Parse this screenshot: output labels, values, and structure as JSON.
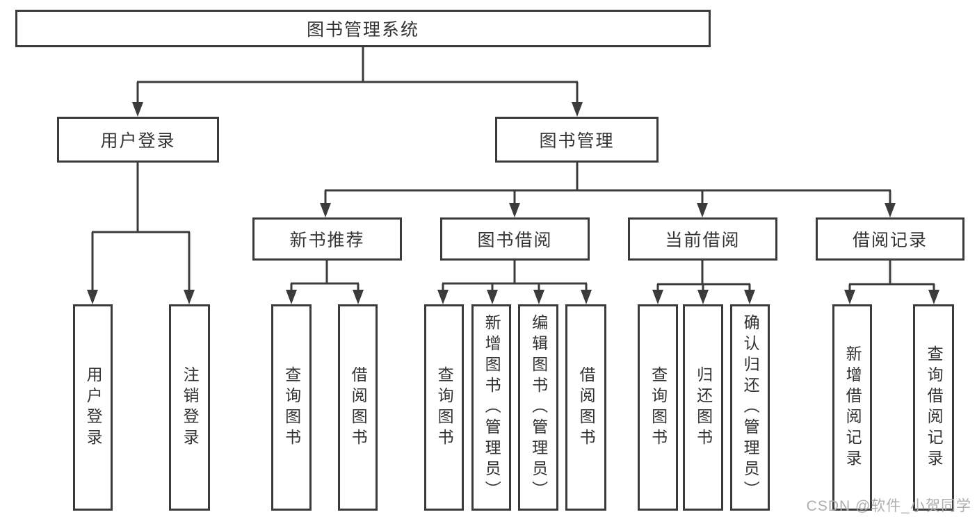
{
  "watermark": "CSDN @软件_小贺同学",
  "colors": {
    "line": "#3b3b3b",
    "box_border": "#3b3b3b",
    "text": "#333333",
    "background": "#ffffff",
    "watermark": "#aaaaaa"
  },
  "tree": {
    "root": {
      "label": "图书管理系统"
    },
    "branches": [
      {
        "label": "用户登录",
        "children": [
          {
            "label": "用户登录"
          },
          {
            "label": "注销登录"
          }
        ]
      },
      {
        "label": "图书管理",
        "children": [
          {
            "label": "新书推荐",
            "children": [
              {
                "label": "查询图书"
              },
              {
                "label": "借阅图书"
              }
            ]
          },
          {
            "label": "图书借阅",
            "children": [
              {
                "label": "查询图书"
              },
              {
                "label": "新增图书（管理员）"
              },
              {
                "label": "编辑图书（管理员）"
              },
              {
                "label": "借阅图书"
              }
            ]
          },
          {
            "label": "当前借阅",
            "children": [
              {
                "label": "查询图书"
              },
              {
                "label": "归还图书"
              },
              {
                "label": "确认归还（管理员）"
              }
            ]
          },
          {
            "label": "借阅记录",
            "children": [
              {
                "label": "新增借阅记录"
              },
              {
                "label": "查询借阅记录"
              }
            ]
          }
        ]
      }
    ]
  }
}
